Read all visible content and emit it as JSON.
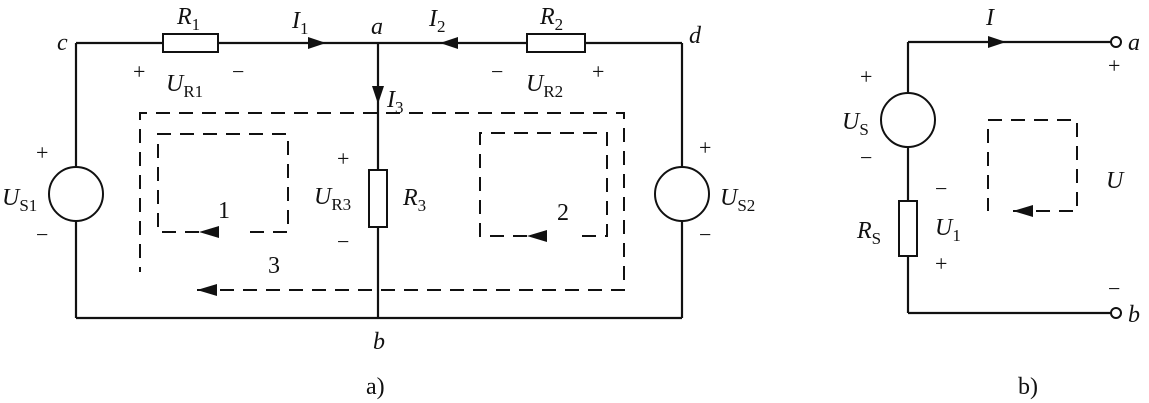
{
  "circuit_a": {
    "caption": "a)",
    "nodes": {
      "a": "a",
      "b": "b",
      "c": "c",
      "d": "d"
    },
    "r1": {
      "sym": "R",
      "sub": "1"
    },
    "r2": {
      "sym": "R",
      "sub": "2"
    },
    "r3": {
      "sym": "R",
      "sub": "3"
    },
    "i1": {
      "sym": "I",
      "sub": "1"
    },
    "i2": {
      "sym": "I",
      "sub": "2"
    },
    "i3": {
      "sym": "I",
      "sub": "3"
    },
    "ur1": {
      "sym": "U",
      "sub": "R1"
    },
    "ur2": {
      "sym": "U",
      "sub": "R2"
    },
    "ur3": {
      "sym": "U",
      "sub": "R3"
    },
    "us1": {
      "sym": "U",
      "sub": "S1"
    },
    "us2": {
      "sym": "U",
      "sub": "S2"
    },
    "loops": {
      "loop1": "1",
      "loop2": "2",
      "loop3": "3"
    },
    "plus": "+",
    "minus": "−"
  },
  "circuit_b": {
    "caption": "b)",
    "nodes": {
      "a": "a",
      "b": "b"
    },
    "i": "I",
    "us": {
      "sym": "U",
      "sub": "S"
    },
    "rs": {
      "sym": "R",
      "sub": "S"
    },
    "u1": {
      "sym": "U",
      "sub": "1"
    },
    "u": "U",
    "plus": "+",
    "minus": "−"
  }
}
